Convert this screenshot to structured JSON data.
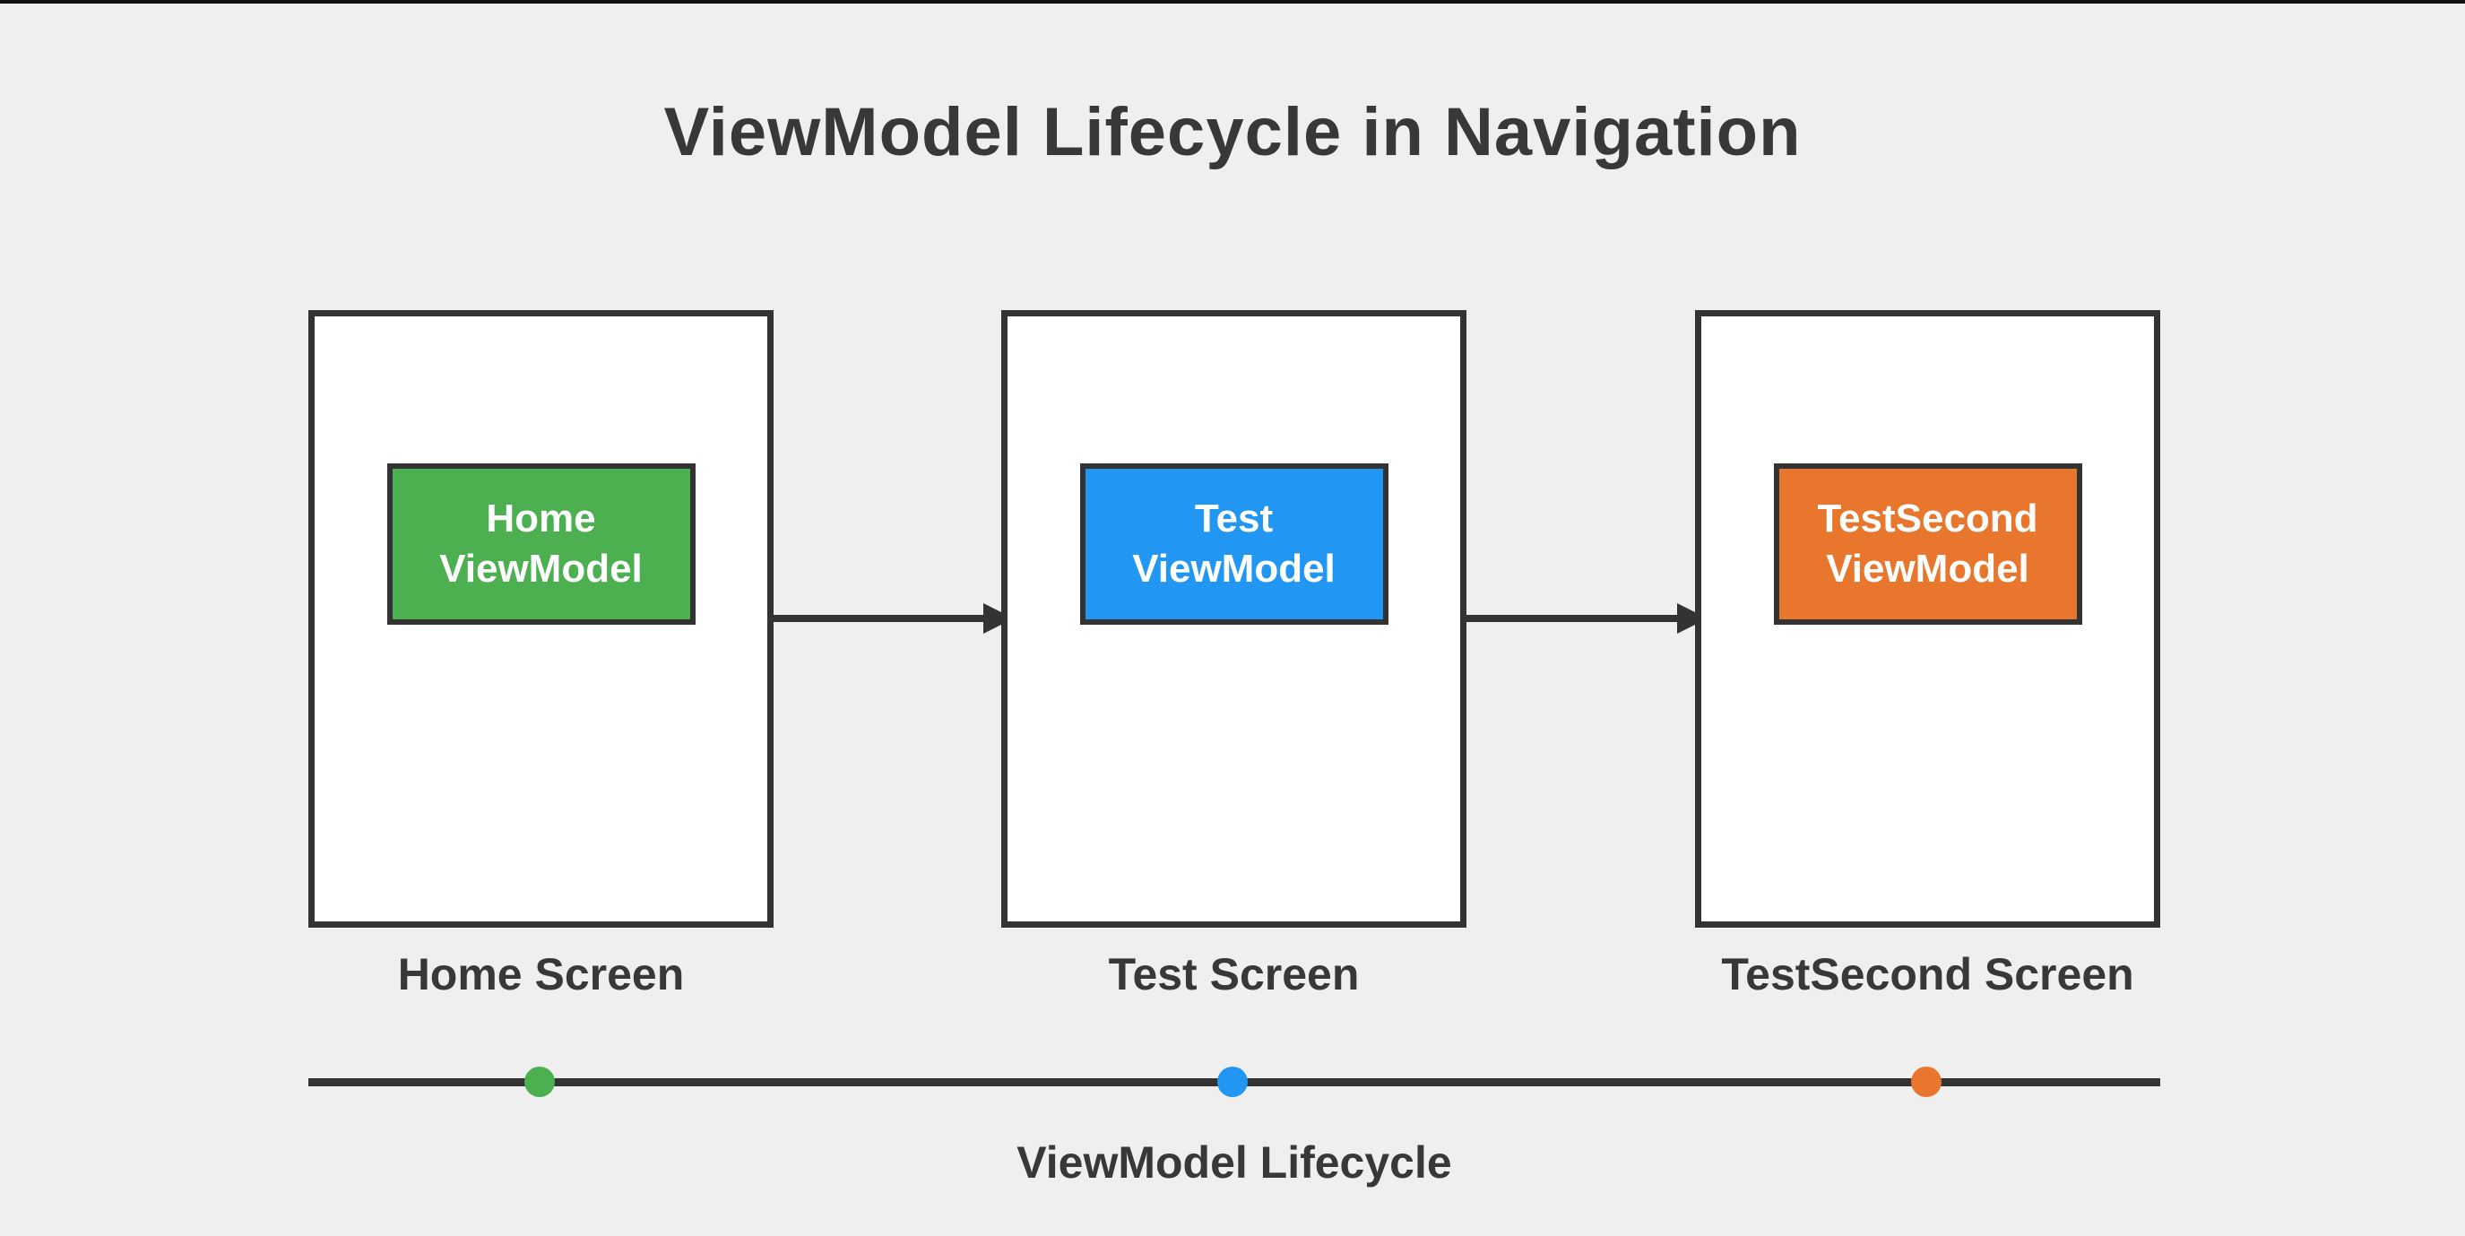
{
  "title": "ViewModel Lifecycle in Navigation",
  "colors": {
    "background": "#EFEFEF",
    "stroke": "#333333",
    "top_bar": "#111111",
    "screen_fill": "#FFFFFF",
    "text_dark": "#383838",
    "text_light": "#FFFFFF",
    "green": "#4CAF50",
    "blue": "#2196F3",
    "orange": "#E8762D"
  },
  "screens": [
    {
      "label": "Home Screen",
      "viewmodel": {
        "line1": "Home",
        "line2": "ViewModel",
        "color": "#4CAF50"
      }
    },
    {
      "label": "Test Screen",
      "viewmodel": {
        "line1": "Test",
        "line2": "ViewModel",
        "color": "#2196F3"
      }
    },
    {
      "label": "TestSecond Screen",
      "viewmodel": {
        "line1": "TestSecond",
        "line2": "ViewModel",
        "color": "#E8762D"
      }
    }
  ],
  "arrows": [
    {
      "from": "Home Screen",
      "to": "Test Screen"
    },
    {
      "from": "Test Screen",
      "to": "TestSecond Screen"
    }
  ],
  "timeline": {
    "label": "ViewModel Lifecycle",
    "dots": [
      {
        "screen": "Home Screen",
        "color": "#4CAF50"
      },
      {
        "screen": "Test Screen",
        "color": "#2196F3"
      },
      {
        "screen": "TestSecond Screen",
        "color": "#E8762D"
      }
    ]
  }
}
